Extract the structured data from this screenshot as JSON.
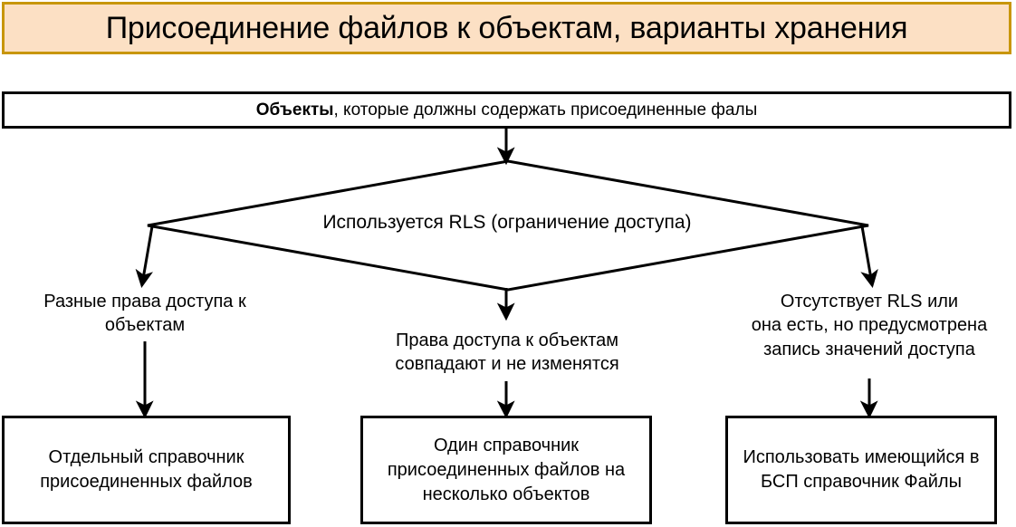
{
  "title": {
    "text": "Присоединение файлов к объектам, варианты хранения",
    "background_color": "#fce0c4",
    "border_color": "#c8960c"
  },
  "diagram": {
    "root_box": {
      "bold_prefix": "Объекты",
      "rest": ", которые должны содержать присоединенные фалы"
    },
    "decision": {
      "label": "Используется RLS (ограничение доступа)"
    },
    "branches": [
      {
        "caption": "Разные права доступа к объектам",
        "caption_lines": [
          "Разные права доступа к",
          "объектам"
        ],
        "result": "Отдельный справочник присоединенных файлов",
        "result_lines": [
          "Отдельный справочник",
          "присоединенных файлов"
        ]
      },
      {
        "caption": "Права доступа к объектам совпадают и не изменятся",
        "caption_lines": [
          "Права доступа к объектам",
          "совпадают и не изменятся"
        ],
        "result": "Один справочник присоединенных файлов на несколько объектов",
        "result_lines": [
          "Один справочник",
          "присоединенных файлов на",
          "несколько объектов"
        ]
      },
      {
        "caption": "Отсутствует RLS или она есть, но предусмотрена запись значений доступа",
        "caption_lines": [
          "Отсутствует RLS или",
          "она есть, но предусмотрена",
          "запись значений доступа"
        ],
        "result": "Использовать имеющийся в БСП справочник Файлы",
        "result_lines": [
          "Использовать имеющийся в",
          "БСП справочник Файлы"
        ]
      }
    ],
    "line_color": "#000000",
    "box_background": "#ffffff"
  }
}
